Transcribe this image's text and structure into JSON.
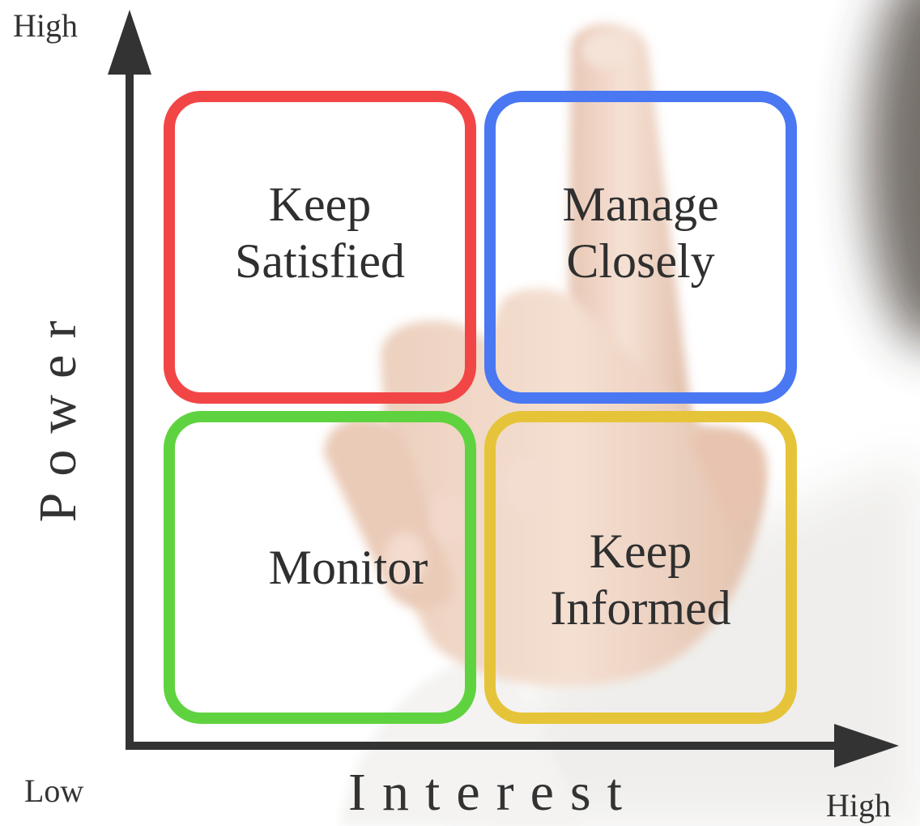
{
  "axes": {
    "y_label": "Power",
    "x_label": "Interest",
    "y_high": "High",
    "x_high": "High",
    "origin_low": "Low"
  },
  "quadrants": {
    "top_left": {
      "text": "Keep\nSatisfied",
      "color": "#f24646"
    },
    "top_right": {
      "text": "Manage\nClosely",
      "color": "#4a78f2"
    },
    "bottom_left": {
      "text": "Monitor",
      "color": "#5fd33f"
    },
    "bottom_right": {
      "text": "Keep\nInformed",
      "color": "#e6c43a"
    }
  },
  "colors": {
    "axis": "#333333",
    "text": "#2f2f2f"
  },
  "background": "blurred photo of a hand pointing upward"
}
